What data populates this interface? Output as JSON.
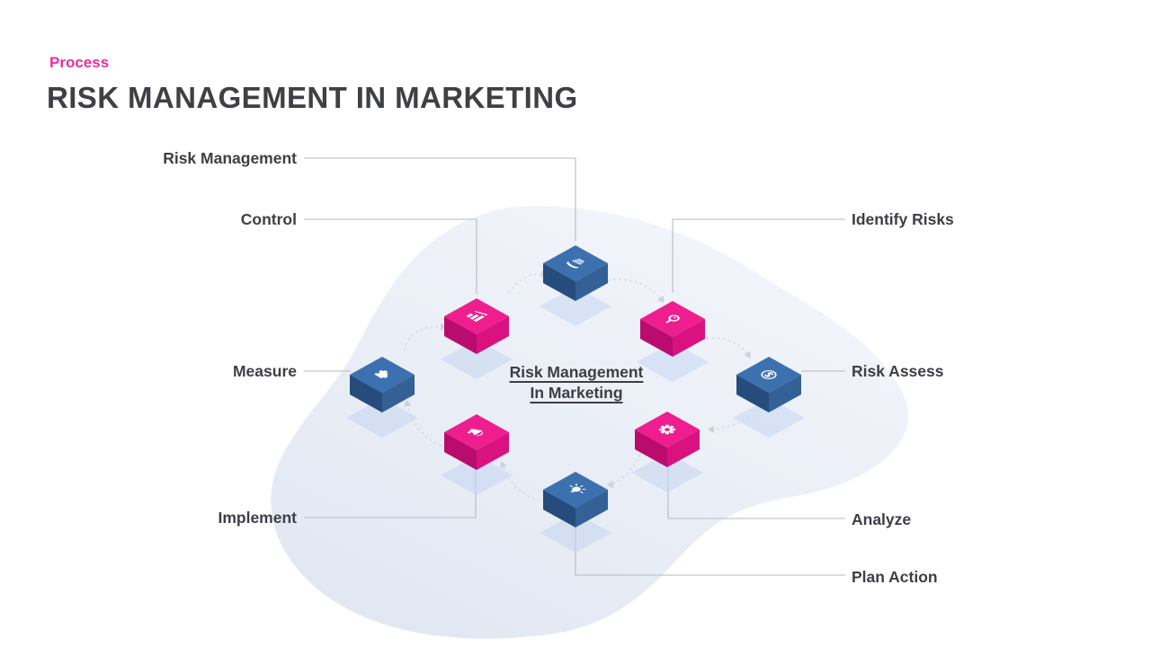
{
  "header": {
    "eyebrow": "Process",
    "title": "RISK MANAGEMENT IN MARKETING"
  },
  "center": {
    "line1": "Risk Management",
    "line2": "In Marketing"
  },
  "nodes": [
    {
      "label": "Risk Management",
      "position": "top",
      "cube_color": "blue",
      "icon": "hand-holding-papers-icon"
    },
    {
      "label": "Identify Risks",
      "position": "top-right",
      "cube_color": "pink",
      "icon": "magnifier-icon"
    },
    {
      "label": "Risk Assess",
      "position": "right",
      "cube_color": "blue",
      "icon": "dollar-cycle-icon"
    },
    {
      "label": "Analyze",
      "position": "bottom-right",
      "cube_color": "pink",
      "icon": "gear-icon"
    },
    {
      "label": "Plan Action",
      "position": "bottom",
      "cube_color": "blue",
      "icon": "lightbulb-icon"
    },
    {
      "label": "Implement",
      "position": "bottom-left",
      "cube_color": "pink",
      "icon": "megaphone-icon"
    },
    {
      "label": "Measure",
      "position": "left",
      "cube_color": "blue",
      "icon": "puzzle-icon"
    },
    {
      "label": "Control",
      "position": "top-left",
      "cube_color": "pink",
      "icon": "bar-chart-icon"
    }
  ],
  "colors": {
    "accent": "#E9309C",
    "title": "#3F4046",
    "label": "#3E3E46",
    "line": "#B6BAC6",
    "arc": "#C9CDD8",
    "blue-top": "#3D70AE",
    "blue-left": "#254C7C",
    "blue-right": "#336096",
    "pink-top": "#EF1E8E",
    "pink-left": "#BA0B6E",
    "pink-right": "#D91280",
    "shadow": "#C5D6F0",
    "blob-light": "#F4F6FB",
    "blob-dark": "#E1E7F2"
  }
}
